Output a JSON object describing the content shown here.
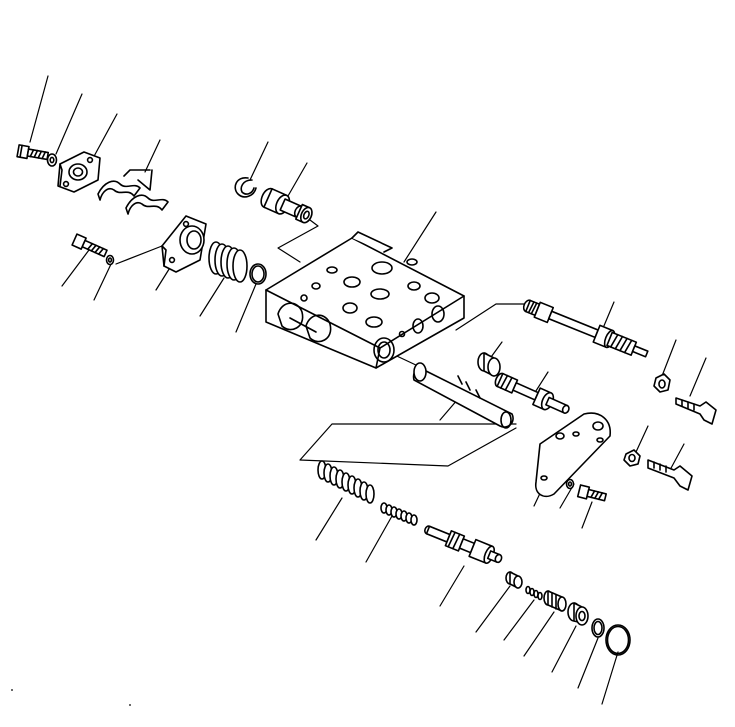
{
  "colors": {
    "ink": "#000000",
    "paper": "#ffffff"
  },
  "parts": [
    {
      "id": "bolt-upper-left"
    },
    {
      "id": "washer-upper-left"
    },
    {
      "id": "cover-plate"
    },
    {
      "id": "shims"
    },
    {
      "id": "snap-ring"
    },
    {
      "id": "valve-plug"
    },
    {
      "id": "bolt-mid-left"
    },
    {
      "id": "washer-mid-left"
    },
    {
      "id": "spring-cap"
    },
    {
      "id": "spring-large"
    },
    {
      "id": "o-ring-left"
    },
    {
      "id": "valve-body"
    },
    {
      "id": "main-spool"
    },
    {
      "id": "sleeve"
    },
    {
      "id": "check-valve"
    },
    {
      "id": "spool-rod"
    },
    {
      "id": "nut-right"
    },
    {
      "id": "lever-upper-right"
    },
    {
      "id": "bracket-plate"
    },
    {
      "id": "nut-bracket"
    },
    {
      "id": "lever-lower-right"
    },
    {
      "id": "washer-bracket"
    },
    {
      "id": "bolt-bracket"
    },
    {
      "id": "spring-lower-large"
    },
    {
      "id": "spring-lower-small"
    },
    {
      "id": "relief-spool"
    },
    {
      "id": "small-collar"
    },
    {
      "id": "tiny-spring"
    },
    {
      "id": "lower-plug"
    },
    {
      "id": "lower-cap"
    },
    {
      "id": "lower-washer"
    },
    {
      "id": "lower-o-ring"
    }
  ]
}
